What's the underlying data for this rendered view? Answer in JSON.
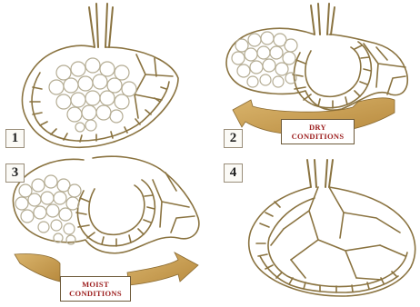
{
  "panels": [
    {
      "number": "1"
    },
    {
      "number": "2",
      "condition_line1": "DRY",
      "condition_line2": "CONDITIONS"
    },
    {
      "number": "3",
      "condition_line1": "MOIST",
      "condition_line2": "CONDITIONS"
    },
    {
      "number": "4"
    }
  ],
  "colors": {
    "line": "#8a7340",
    "tissue": "#b4ac93",
    "arrow": "#c99a4e",
    "label_text": "#9b1b1b"
  }
}
